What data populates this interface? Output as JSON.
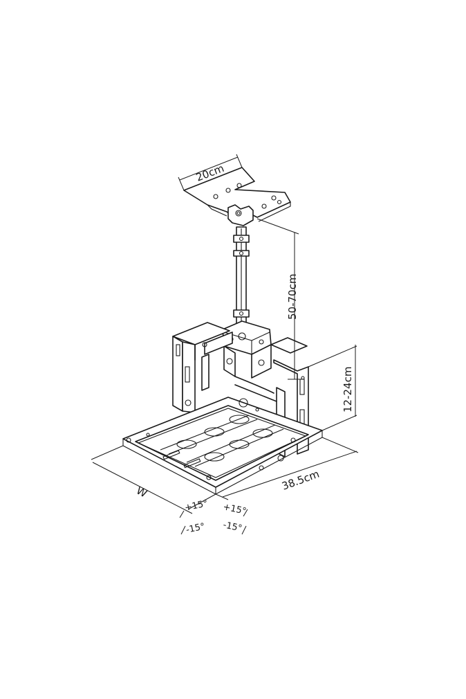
{
  "labels": {
    "plate_width": "20cm",
    "pole_length": "50-70cm",
    "bracket_height": "12-24cm",
    "depth": "38.5cm",
    "width": "W",
    "tilt_left_pos": "+15°",
    "tilt_left_neg": "-15°",
    "tilt_right_pos": "+15°",
    "tilt_right_neg": "-15°"
  },
  "colors": {
    "line": "#1a1a1a",
    "background": "#ffffff"
  }
}
